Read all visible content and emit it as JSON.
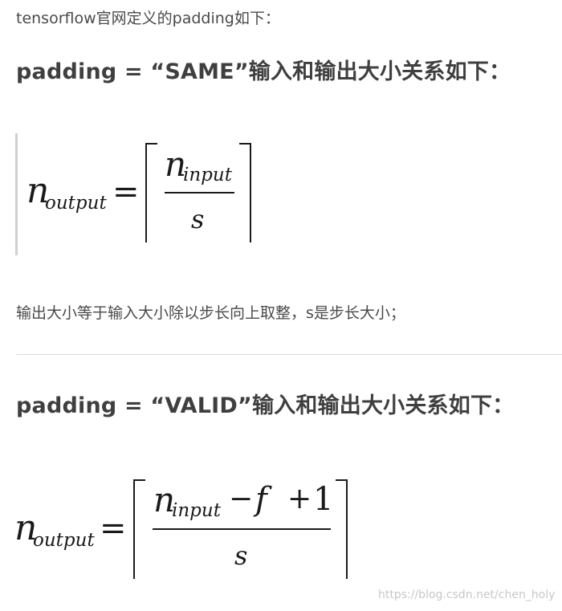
{
  "intro": "tensorflow官网定义的padding如下：",
  "same": {
    "heading": "padding = “SAME”输入和输出大小关系如下：",
    "formula": {
      "lhs_var": "n",
      "lhs_sub": "output",
      "equals": "=",
      "numerator_var": "n",
      "numerator_sub": "input",
      "denominator": "s"
    },
    "description": "输出大小等于输入大小除以步长向上取整，s是步长大小；"
  },
  "valid": {
    "heading": "padding = “VALID”输入和输出大小关系如下：",
    "formula": {
      "lhs_var": "n",
      "lhs_sub": "output",
      "equals": "=",
      "numerator_var": "n",
      "numerator_sub": "input",
      "minus": "−",
      "f": "f",
      "plus": "+",
      "one": "1",
      "denominator": "s"
    }
  },
  "watermark": "https://blog.csdn.net/chen_holy"
}
